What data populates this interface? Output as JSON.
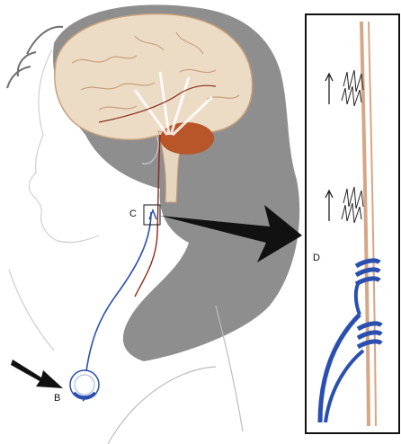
{
  "labels": {
    "b": "B",
    "c": "C",
    "d": "D"
  },
  "colors": {
    "hair_shadow": "#8e8e8e",
    "skin_outline": "#c9c9c9",
    "brain": "#ecdcc6",
    "brain_folds": "#c9a07a",
    "cerebellum": "#b8562a",
    "vessel_red": "#8a2a1a",
    "lead_blue": "#2a4fb0",
    "nerve_tan": "#d7a684",
    "arrow_black": "#111111"
  },
  "icons": {
    "pointer_arrow": "black-arrow-icon",
    "zoom_arrow": "zoom-arrow-icon",
    "signal_arrow": "up-arrow-icon"
  }
}
